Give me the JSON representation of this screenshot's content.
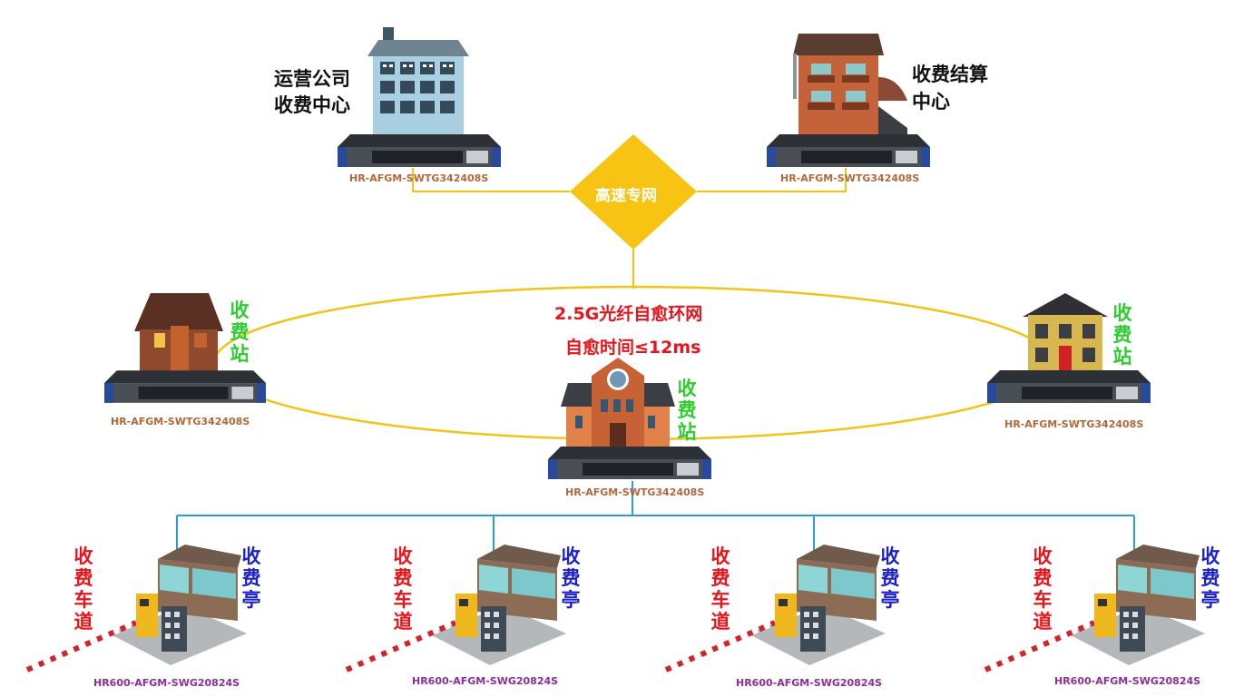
{
  "hq_left": {
    "line1": "运营公司",
    "line2": "收费中心",
    "switch_model": "HR-AFGM-SWTG342408S"
  },
  "hq_right": {
    "line1": "收费结算",
    "line2": "中心",
    "switch_model": "HR-AFGM-SWTG342408S"
  },
  "hub": {
    "label": "高速专网"
  },
  "ring": {
    "line1": "2.5G光纤自愈环网",
    "line2": "自愈时间≤12ms"
  },
  "stations": [
    {
      "label": "收费站",
      "switch_model": "HR-AFGM-SWTG342408S"
    },
    {
      "label": "收费站",
      "switch_model": "HR-AFGM-SWTG342408S"
    },
    {
      "label": "收费站",
      "switch_model": "HR-AFGM-SWTG342408S"
    }
  ],
  "lanes": [
    {
      "lane_label": "收费车道",
      "booth_label": "收费亭",
      "switch_model": "HR600-AFGM-SWG20824S"
    },
    {
      "lane_label": "收费车道",
      "booth_label": "收费亭",
      "switch_model": "HR600-AFGM-SWG20824S"
    },
    {
      "lane_label": "收费车道",
      "booth_label": "收费亭",
      "switch_model": "HR600-AFGM-SWG20824S"
    },
    {
      "lane_label": "收费车道",
      "booth_label": "收费亭",
      "switch_model": "HR600-AFGM-SWG20824S"
    }
  ],
  "colors": {
    "link_gold": "#f2c314",
    "ring_gold": "#f0c419",
    "lane_link": "#2b9ed8",
    "text_red": "#e8141b",
    "text_green": "#2ecc2e",
    "text_blue": "#1a22c8"
  }
}
